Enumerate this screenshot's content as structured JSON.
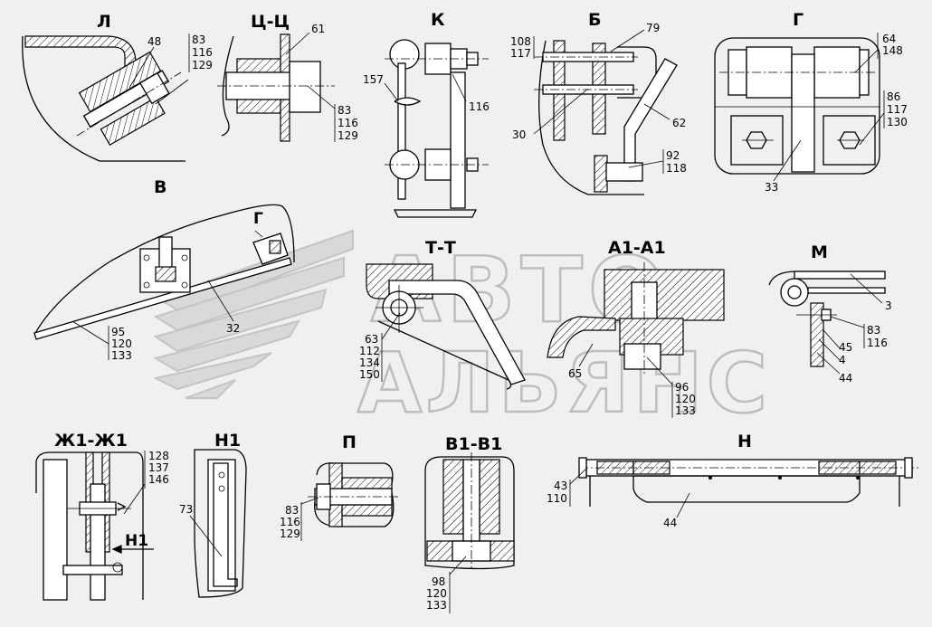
{
  "watermark": {
    "line1": "АВТО",
    "line2": "АЛЬЯНС"
  },
  "sections": [
    {
      "id": "L",
      "title": "Л",
      "labels": [
        "48"
      ],
      "stack": [
        "83",
        "116",
        "129"
      ]
    },
    {
      "id": "TsTs",
      "title": "Ц-Ц",
      "labels": [
        "61"
      ],
      "stack": [
        "83",
        "116",
        "129"
      ]
    },
    {
      "id": "K",
      "title": "К",
      "labels": [
        "157",
        "116"
      ]
    },
    {
      "id": "B",
      "title": "Б",
      "labels": [
        "79",
        "30",
        "62"
      ],
      "stack_top": [
        "108",
        "117"
      ],
      "stack_bottom": [
        "92",
        "118"
      ]
    },
    {
      "id": "G",
      "title": "Г",
      "labels": [
        "33"
      ],
      "stack_top": [
        "64",
        "148"
      ],
      "stack_bottom": [
        "86",
        "117",
        "130"
      ]
    },
    {
      "id": "V",
      "title": "В",
      "labels": [
        "32"
      ],
      "inner": "Г",
      "stack": [
        "95",
        "120",
        "133"
      ]
    },
    {
      "id": "TT",
      "title": "Т-Т",
      "stack": [
        "63",
        "112",
        "134",
        "150"
      ]
    },
    {
      "id": "A1",
      "title": "А1-А1",
      "labels": [
        "65"
      ],
      "stack": [
        "96",
        "120",
        "133"
      ]
    },
    {
      "id": "M",
      "title": "М",
      "labels": [
        "3",
        "45",
        "4",
        "44"
      ],
      "stack": [
        "83",
        "116"
      ]
    },
    {
      "id": "Zh1",
      "title": "Ж1-Ж1",
      "inner": "Н1",
      "stack": [
        "128",
        "137",
        "146"
      ]
    },
    {
      "id": "N1",
      "title": "Н1",
      "labels": [
        "73"
      ]
    },
    {
      "id": "P",
      "title": "П",
      "stack": [
        "83",
        "116",
        "129"
      ]
    },
    {
      "id": "V1",
      "title": "В1-В1",
      "stack": [
        "98",
        "120",
        "133"
      ]
    },
    {
      "id": "N",
      "title": "Н",
      "labels": [
        "44"
      ],
      "stack": [
        "43",
        "110"
      ]
    }
  ]
}
